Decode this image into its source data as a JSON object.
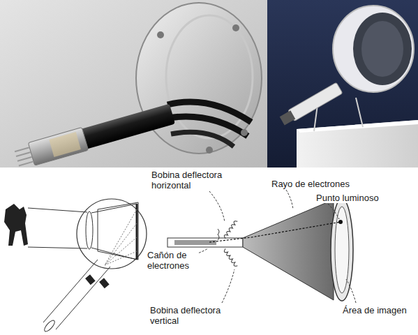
{
  "diagram": {
    "labels": [
      "Bobina deflectora horizontal",
      "Rayo de electrones",
      "Punto luminoso",
      "Cañón de electrones",
      "Bobina deflectora vertical",
      "Área de imagen"
    ]
  }
}
